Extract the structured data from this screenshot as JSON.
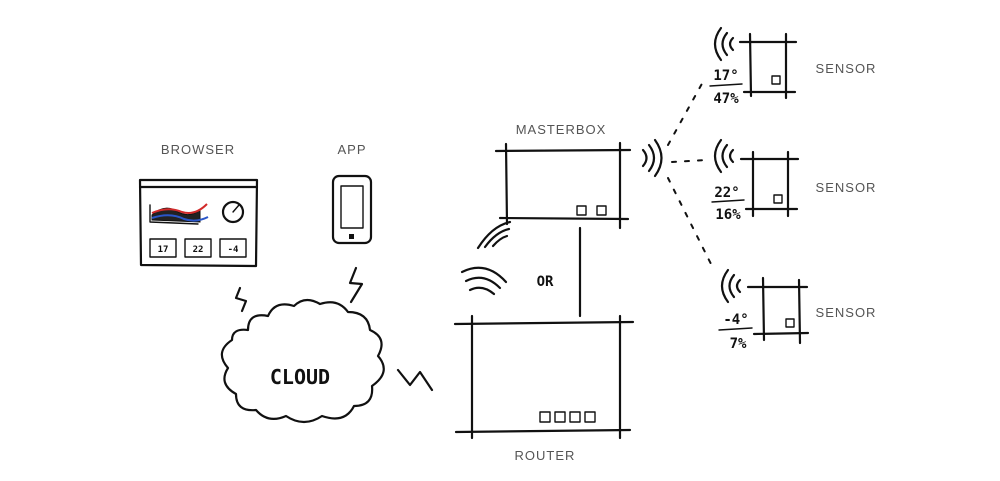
{
  "labels": {
    "browser": "BROWSER",
    "app": "APP",
    "masterbox": "MASTERBOX",
    "router": "ROUTER",
    "cloud": "CLOUD",
    "or": "OR"
  },
  "browser_widget": {
    "values": [
      "17",
      "22",
      "-4"
    ]
  },
  "sensors": [
    {
      "label": "SENSOR",
      "temperature": "17°",
      "humidity": "47%"
    },
    {
      "label": "SENSOR",
      "temperature": "22°",
      "humidity": "16%"
    },
    {
      "label": "SENSOR",
      "temperature": "-4°",
      "humidity": "7%"
    }
  ],
  "colors": {
    "ink": "#111111",
    "label": "#555555",
    "chart_red": "#d22a2a",
    "chart_blue": "#2a56c8"
  }
}
